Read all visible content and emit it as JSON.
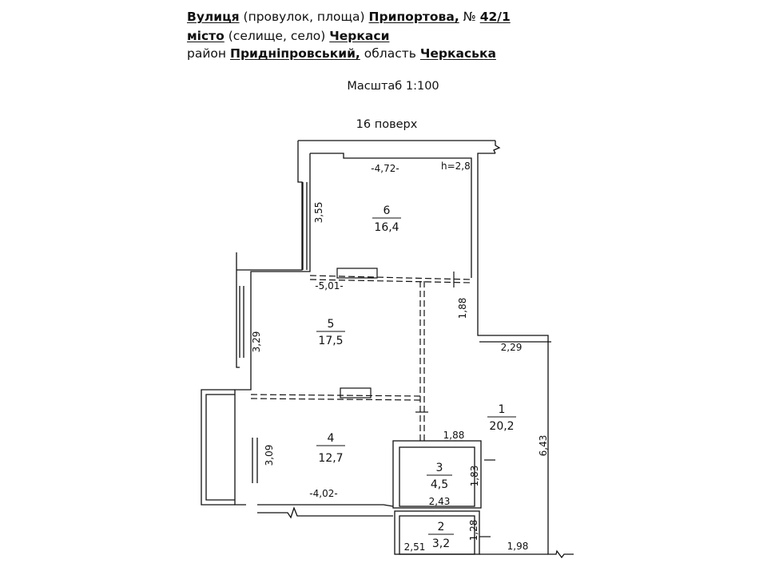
{
  "header": {
    "line1": {
      "label_street": "Вулиця",
      "paren_street": "(провулок, площа)",
      "street_value": "Припортова,",
      "number_label": "№",
      "number_value": "42/1"
    },
    "line2": {
      "label_city": "місто",
      "paren_city": "(селище, село)",
      "city_value": "Черкаси"
    },
    "line3": {
      "label_district": "район",
      "district_value": "Придніпровський,",
      "label_region": "область",
      "region_value": "Черкаська"
    }
  },
  "scale": "Масштаб 1:100",
  "floor": "16 поверх",
  "rooms": [
    {
      "number": "6",
      "area": "16,4"
    },
    {
      "number": "5",
      "area": "17,5"
    },
    {
      "number": "4",
      "area": "12,7"
    },
    {
      "number": "1",
      "area": "20,2"
    },
    {
      "number": "3",
      "area": "4,5"
    },
    {
      "number": "2",
      "area": "3,2"
    }
  ],
  "dimensions": {
    "d472": "-4,72-",
    "height": "h=2,8",
    "d355": "3,55",
    "d501": "-5,01-",
    "d188a": "1,88",
    "d229": "2,29",
    "d329": "3,29",
    "d188b": "1,88",
    "d643": "6,43",
    "d309": "3,09",
    "d183": "1,83",
    "d402": "-4,02-",
    "d243": "2,43",
    "d128": "1,28",
    "d251": "2,51",
    "d198": "1,98"
  },
  "colors": {
    "ink": "#111111",
    "paper": "#ffffff"
  }
}
